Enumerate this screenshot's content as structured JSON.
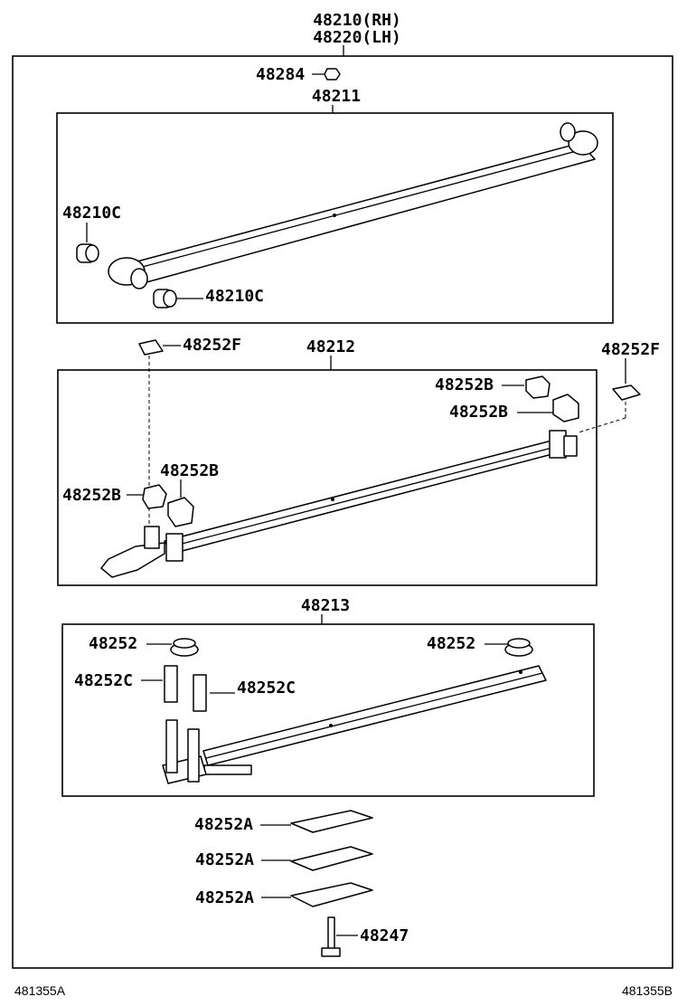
{
  "header": {
    "rh": "48210(RH)",
    "lh": "48220(LH)"
  },
  "parts": {
    "p48284": "48284",
    "p48211": "48211",
    "p48210c_1": "48210C",
    "p48210c_2": "48210C",
    "p48252f_1": "48252F",
    "p48212": "48212",
    "p48252f_2": "48252F",
    "p48252b_1": "48252B",
    "p48252b_2": "48252B",
    "p48252b_3": "48252B",
    "p48252b_4": "48252B",
    "p48213": "48213",
    "p48252_1": "48252",
    "p48252_2": "48252",
    "p48252c_1": "48252C",
    "p48252c_2": "48252C",
    "p48252a_1": "48252A",
    "p48252a_2": "48252A",
    "p48252a_3": "48252A",
    "p48247": "48247"
  },
  "footer": {
    "left": "481355A",
    "right": "481355B"
  }
}
